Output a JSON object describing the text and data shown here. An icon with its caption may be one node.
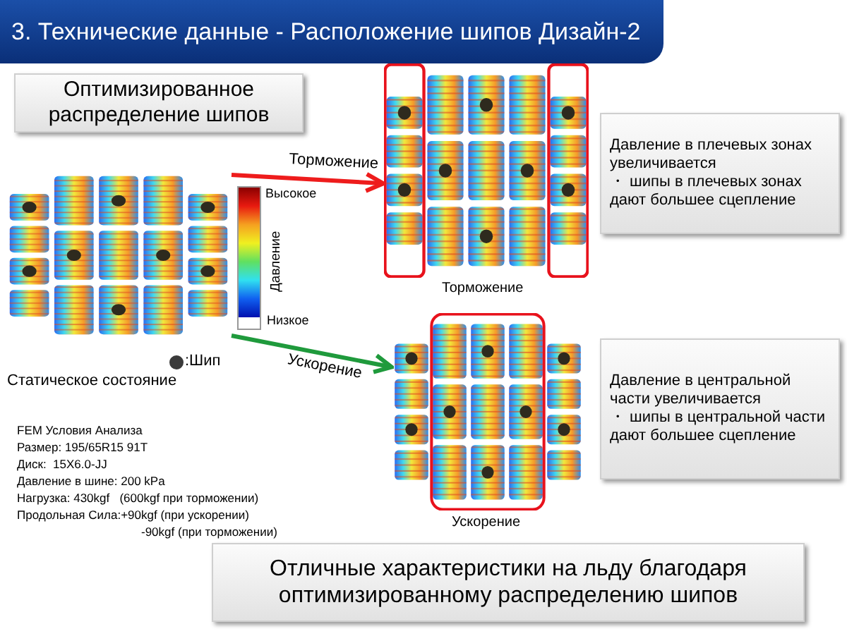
{
  "diagram": {
    "title": "3. Технические данные - Расположение шипов Дизайн-2",
    "nodes": [
      {
        "text": [
          "Оптимизированное распределение шипов"
        ]
      },
      {
        "text": [],
        "shape": "picture",
        "beside": [
          "Статическое состояние"
        ]
      },
      {
        "text": [],
        "shape": "picture",
        "beside": [
          "Торможение"
        ]
      },
      {
        "text": [
          "Давление в плечевых зонах увеличивается",
          "・ шипы в плечевых зонах дают большее сцепление"
        ]
      },
      {
        "text": [],
        "shape": "picture",
        "beside": [
          "Ускорение"
        ]
      },
      {
        "text": [
          "Давление в центральной части увеличивается",
          "・ шипы в центральной части дают большее сцепление"
        ]
      },
      {
        "text": [
          "Отличные характеристики на льду благодаря оптимизированному распределению шипов"
        ]
      },
      {
        "text": [],
        "shape": "bar",
        "beside": [
          "Высокое",
          "Давление",
          "Низкое"
        ]
      }
    ],
    "edges": [
      {
        "from": 1,
        "to": 2,
        "arrow": "to",
        "label": "Торможение",
        "color": "#ee1c1c"
      },
      {
        "from": 1,
        "to": 4,
        "arrow": "to",
        "label": "Ускорение",
        "color": "#1f9a3c"
      }
    ],
    "labels": [
      "FEM Условия Анализа",
      "Размер: 195/65R15 91T",
      "Диск:  15X6.0-JJ",
      "Давление в шине: 200 kPa",
      "Нагрузка: 430kgf   (600kgf при торможении)",
      "Продольная Сила:+90kgf (при ускорении)",
      "-90kgf (при торможении)"
    ],
    "legend": [
      {
        "text": ":Шип"
      }
    ]
  }
}
